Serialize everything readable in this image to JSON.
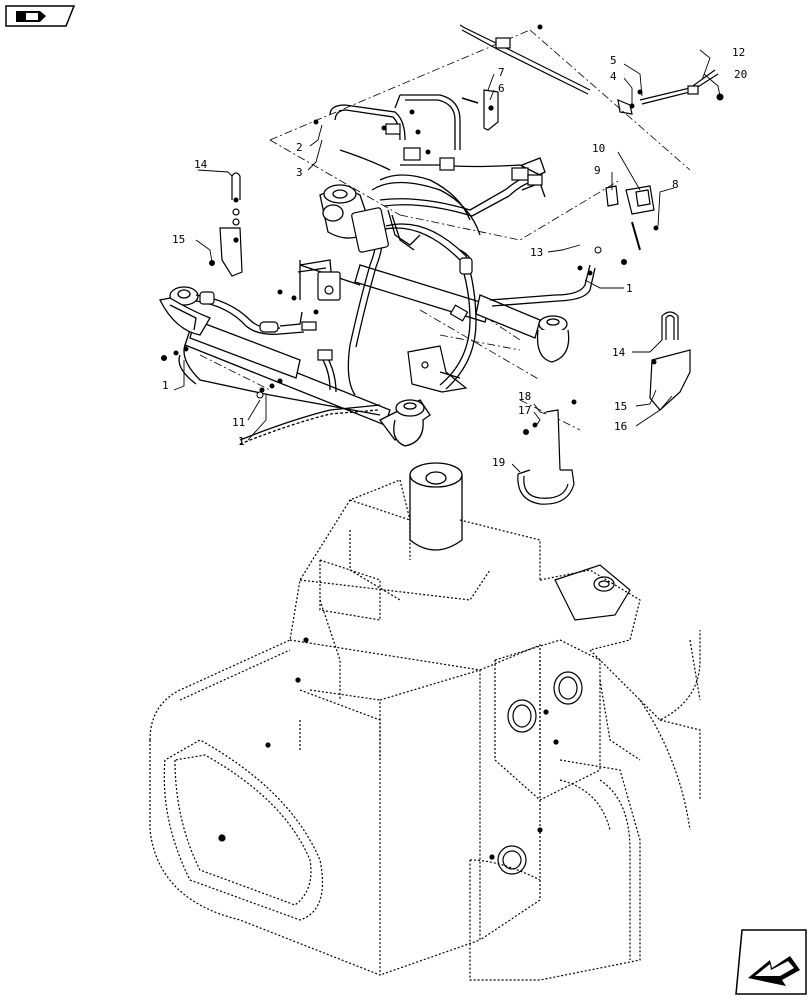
{
  "navigation": {
    "prev_icon": "book-back-arrow-icon",
    "next_icon": "next-page-arrow-icon"
  },
  "callouts": {
    "c1a": "1",
    "c1b": "1",
    "c1c": "1",
    "c2": "2",
    "c3": "3",
    "c4": "4",
    "c5": "5",
    "c6": "6",
    "c7": "7",
    "c8": "8",
    "c9": "9",
    "c10": "10",
    "c11": "11",
    "c12": "12",
    "c13": "13",
    "c14a": "14",
    "c14b": "14",
    "c15a": "15",
    "c15b": "15",
    "c16": "16",
    "c17": "17",
    "c18": "18",
    "c19": "19",
    "c20": "20"
  },
  "colors": {
    "line": "#000000",
    "background": "#ffffff"
  }
}
